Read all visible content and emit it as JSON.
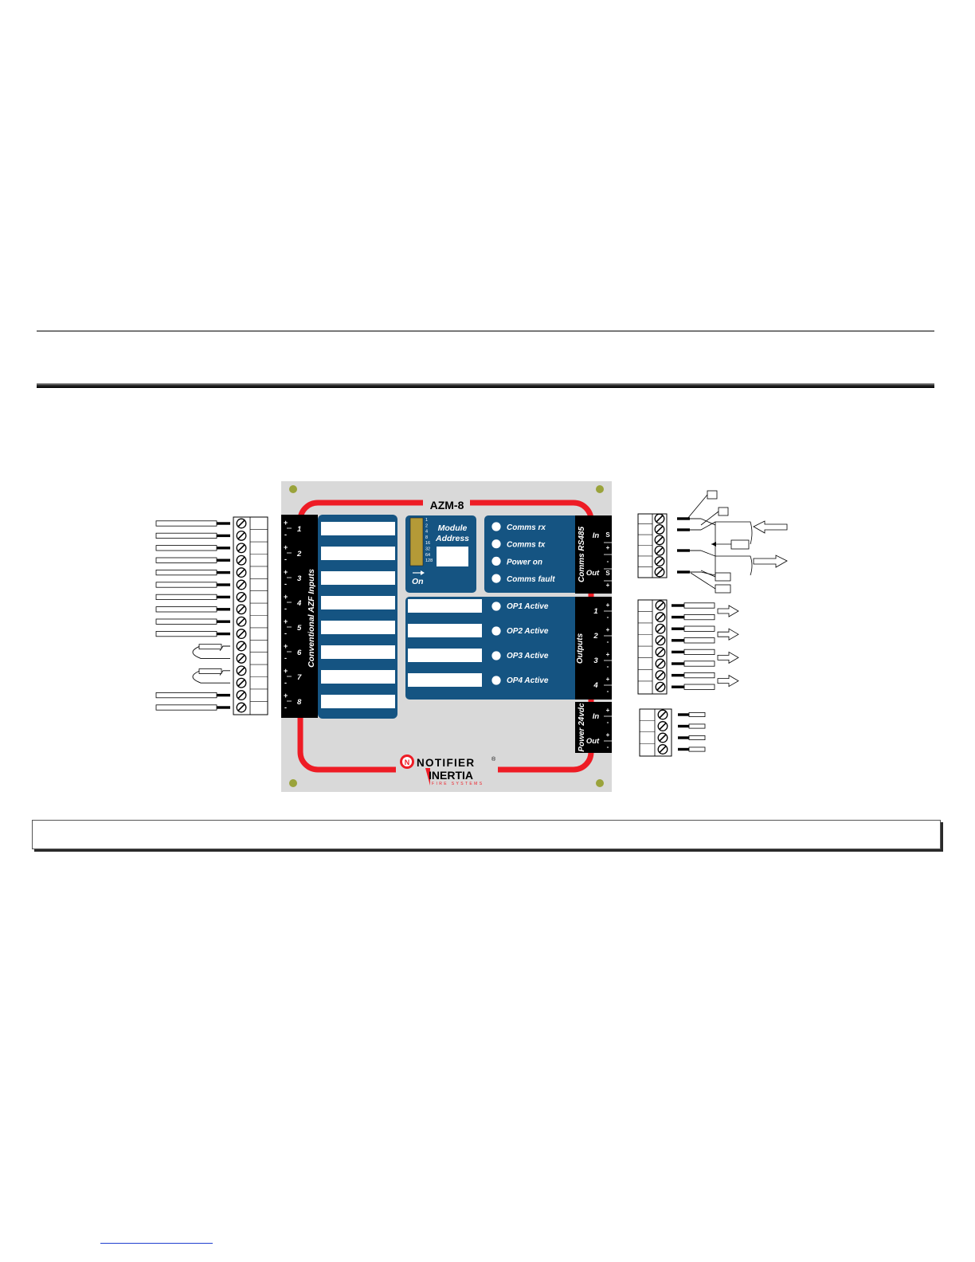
{
  "module": {
    "title": "AZM-8",
    "address_label": [
      "Module",
      "Address"
    ],
    "dip_values": [
      "1",
      "2",
      "4",
      "8",
      "16",
      "32",
      "64",
      "128"
    ],
    "dip_on_label": "On",
    "left_strip_label": "Conventional AZF Inputs",
    "input_numbers": [
      "1",
      "2",
      "3",
      "4",
      "5",
      "6",
      "7",
      "8"
    ],
    "comms_leds": [
      "Comms rx",
      "Comms tx",
      "Power on",
      "Comms fault"
    ],
    "rs485_label": "Comms RS485",
    "rs485_in": "In",
    "rs485_out": "Out",
    "rs485_in_terms": [
      "S",
      "+"
    ],
    "rs485_out_terms": [
      "-",
      "S",
      "+"
    ],
    "op_leds": [
      "OP1 Active",
      "OP2 Active",
      "OP3 Active",
      "OP4 Active"
    ],
    "outputs_label": "Outputs",
    "output_numbers": [
      "1",
      "2",
      "3",
      "4"
    ],
    "power_label": "Power 24vdc",
    "power_in": "In",
    "power_out": "Out",
    "logo_notifier": "NOTIFIER",
    "logo_reg": "®",
    "logo_inertia": "INERTIA",
    "logo_subtitle": "FIRE SYSTEMS"
  },
  "colors": {
    "panel_bg": "#d9d9d9",
    "blue_panel": "#155482",
    "red_loop": "#ee1c25",
    "terminal_strip": "#000000",
    "dip_switch": "#b49a37"
  }
}
